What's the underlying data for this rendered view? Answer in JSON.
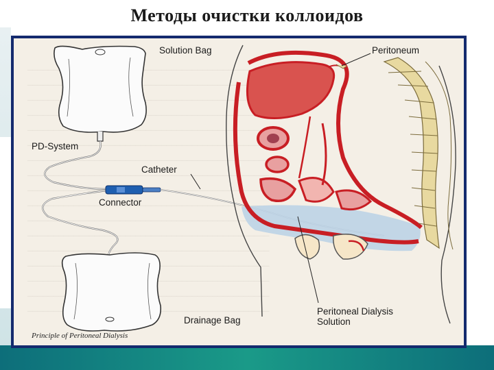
{
  "slide": {
    "title": "Методы очистки коллоидов"
  },
  "diagram": {
    "labels": {
      "solution_bag": "Solution Bag",
      "peritoneum": "Peritoneum",
      "pd_system": "PD-System",
      "catheter": "Catheter",
      "connector": "Connector",
      "drainage_bag": "Drainage Bag",
      "dialysis_solution_line1": "Peritoneal Dialysis",
      "dialysis_solution_line2": "Solution"
    },
    "caption": "Principle of Peritoneal Dialysis"
  },
  "colors": {
    "frame": "#142a6e",
    "paper": "#f4efe6",
    "organ_red": "#c81e24",
    "organ_fill": "#d9534f",
    "spine": "#e8d9a0",
    "fluid": "#bcd3e6",
    "connector": "#1f5fb0",
    "accent_bar": "#1a9a88"
  }
}
